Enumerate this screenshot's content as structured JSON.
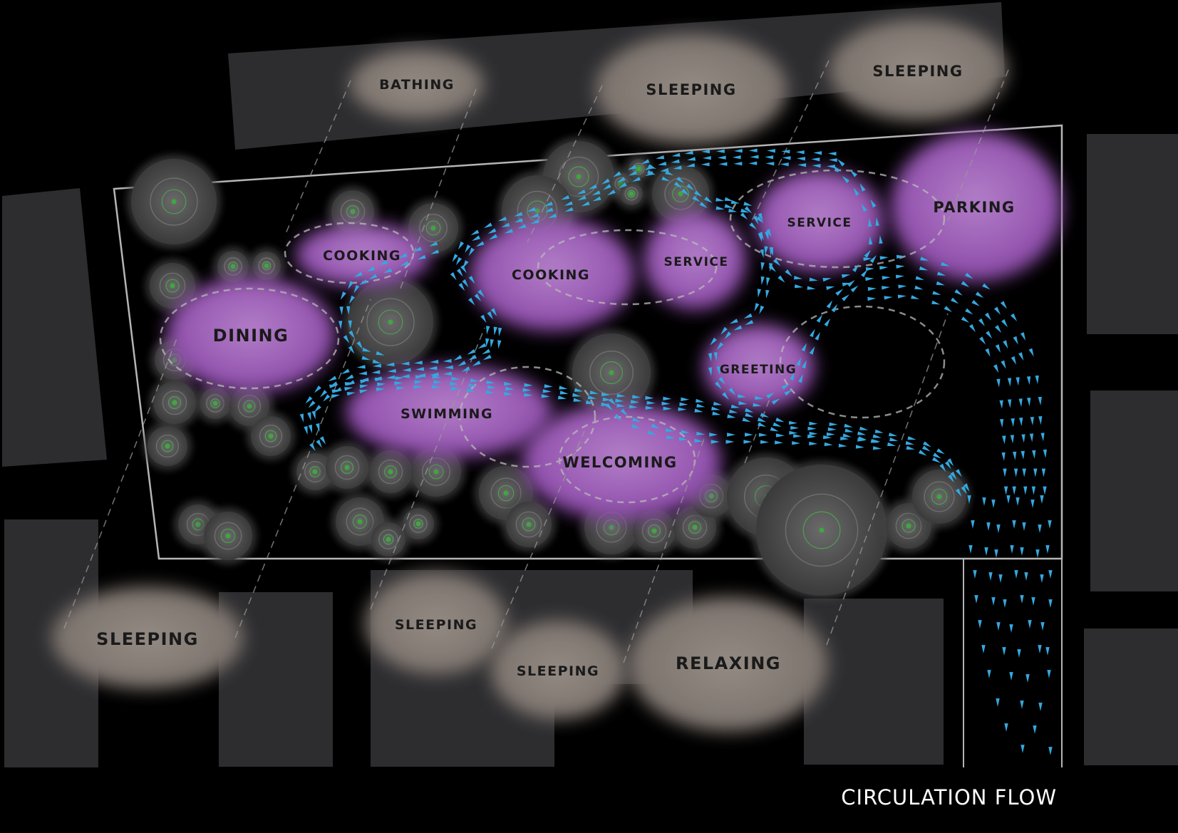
{
  "diagram": {
    "caption": "CIRCULATION FLOW",
    "colors": {
      "background": "#000000",
      "building_block": "#2d2d30",
      "private_zone": "#8a827c",
      "public_zone": "#9a5cb4",
      "site_boundary": "#b5b5b5",
      "tree_center": "#3ea83e",
      "flow_arrow": "#35a8e0"
    },
    "zones": [
      {
        "id": "bathing",
        "label": "BATHING",
        "kind": "private"
      },
      {
        "id": "sleeping-top-1",
        "label": "SLEEPING",
        "kind": "private"
      },
      {
        "id": "sleeping-top-2",
        "label": "SLEEPING",
        "kind": "private"
      },
      {
        "id": "sleeping-bottom-left",
        "label": "SLEEPING",
        "kind": "private"
      },
      {
        "id": "sleeping-bottom-mid",
        "label": "SLEEPING",
        "kind": "private"
      },
      {
        "id": "sleeping-bottom-center",
        "label": "SLEEPING",
        "kind": "private"
      },
      {
        "id": "relaxing",
        "label": "RELAXING",
        "kind": "private"
      },
      {
        "id": "cooking-small",
        "label": "COOKING",
        "kind": "public"
      },
      {
        "id": "cooking-large",
        "label": "COOKING",
        "kind": "public"
      },
      {
        "id": "service-center",
        "label": "SERVICE",
        "kind": "public"
      },
      {
        "id": "service-right",
        "label": "SERVICE",
        "kind": "public"
      },
      {
        "id": "parking",
        "label": "PARKING",
        "kind": "public"
      },
      {
        "id": "dining",
        "label": "DINING",
        "kind": "public"
      },
      {
        "id": "swimming",
        "label": "SWIMMING",
        "kind": "public"
      },
      {
        "id": "welcoming",
        "label": "WELCOMING",
        "kind": "public"
      },
      {
        "id": "greeting",
        "label": "GREETING",
        "kind": "public"
      }
    ]
  }
}
